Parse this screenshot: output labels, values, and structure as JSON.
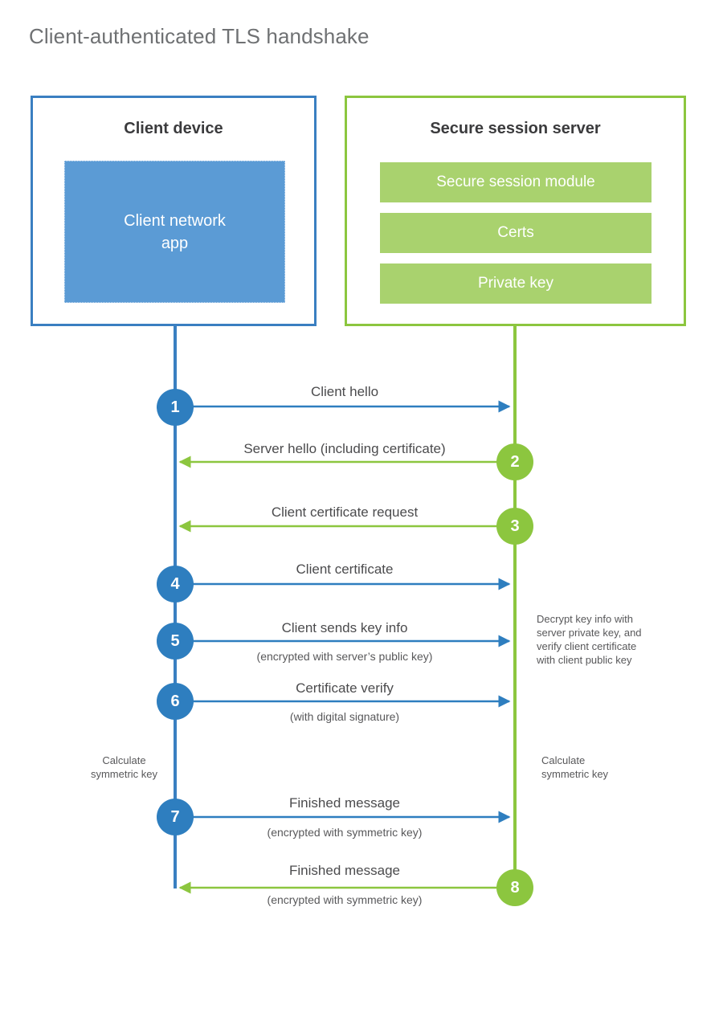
{
  "title": "Client-authenticated TLS handshake",
  "colors": {
    "blue": "#2e7ebf",
    "blue_border": "#3a7fc1",
    "blue_fill": "#5b9bd5",
    "green": "#8cc63f",
    "green_fill": "#a9d26e",
    "title_gray": "#6f7173",
    "text_gray": "#4b4b4d"
  },
  "client": {
    "title": "Client device",
    "app_label": "Client network\napp",
    "app_label_line1": "Client network",
    "app_label_line2": "app"
  },
  "server": {
    "title": "Secure session server",
    "modules": [
      {
        "label": "Secure session module"
      },
      {
        "label": "Certs"
      },
      {
        "label": "Private key"
      }
    ]
  },
  "steps": [
    {
      "number": "1",
      "side": "client",
      "direction": "right",
      "color": "blue",
      "label": "Client hello",
      "sub": ""
    },
    {
      "number": "2",
      "side": "server",
      "direction": "left",
      "color": "green",
      "label": "Server hello (including certificate)",
      "sub": ""
    },
    {
      "number": "3",
      "side": "server",
      "direction": "left",
      "color": "green",
      "label": "Client certificate request",
      "sub": ""
    },
    {
      "number": "4",
      "side": "client",
      "direction": "right",
      "color": "blue",
      "label": "Client certificate",
      "sub": ""
    },
    {
      "number": "5",
      "side": "client",
      "direction": "right",
      "color": "blue",
      "label": "Client sends key info",
      "sub": "(encrypted with server’s public key)"
    },
    {
      "number": "6",
      "side": "client",
      "direction": "right",
      "color": "blue",
      "label": "Certificate verify",
      "sub": "(with digital signature)"
    },
    {
      "number": "7",
      "side": "client",
      "direction": "right",
      "color": "blue",
      "label": "Finished message",
      "sub": "(encrypted with symmetric key)"
    },
    {
      "number": "8",
      "side": "server",
      "direction": "left",
      "color": "green",
      "label": "Finished message",
      "sub": "(encrypted with symmetric key)"
    }
  ],
  "annotations": {
    "server_decrypt": {
      "line1": "Decrypt key info with",
      "line2": "server private key, and",
      "line3": "verify client certificate",
      "line4": "with client public key"
    },
    "client_calc": {
      "line1": "Calculate",
      "line2": "symmetric key"
    },
    "server_calc": {
      "line1": "Calculate",
      "line2": "symmetric key"
    }
  }
}
